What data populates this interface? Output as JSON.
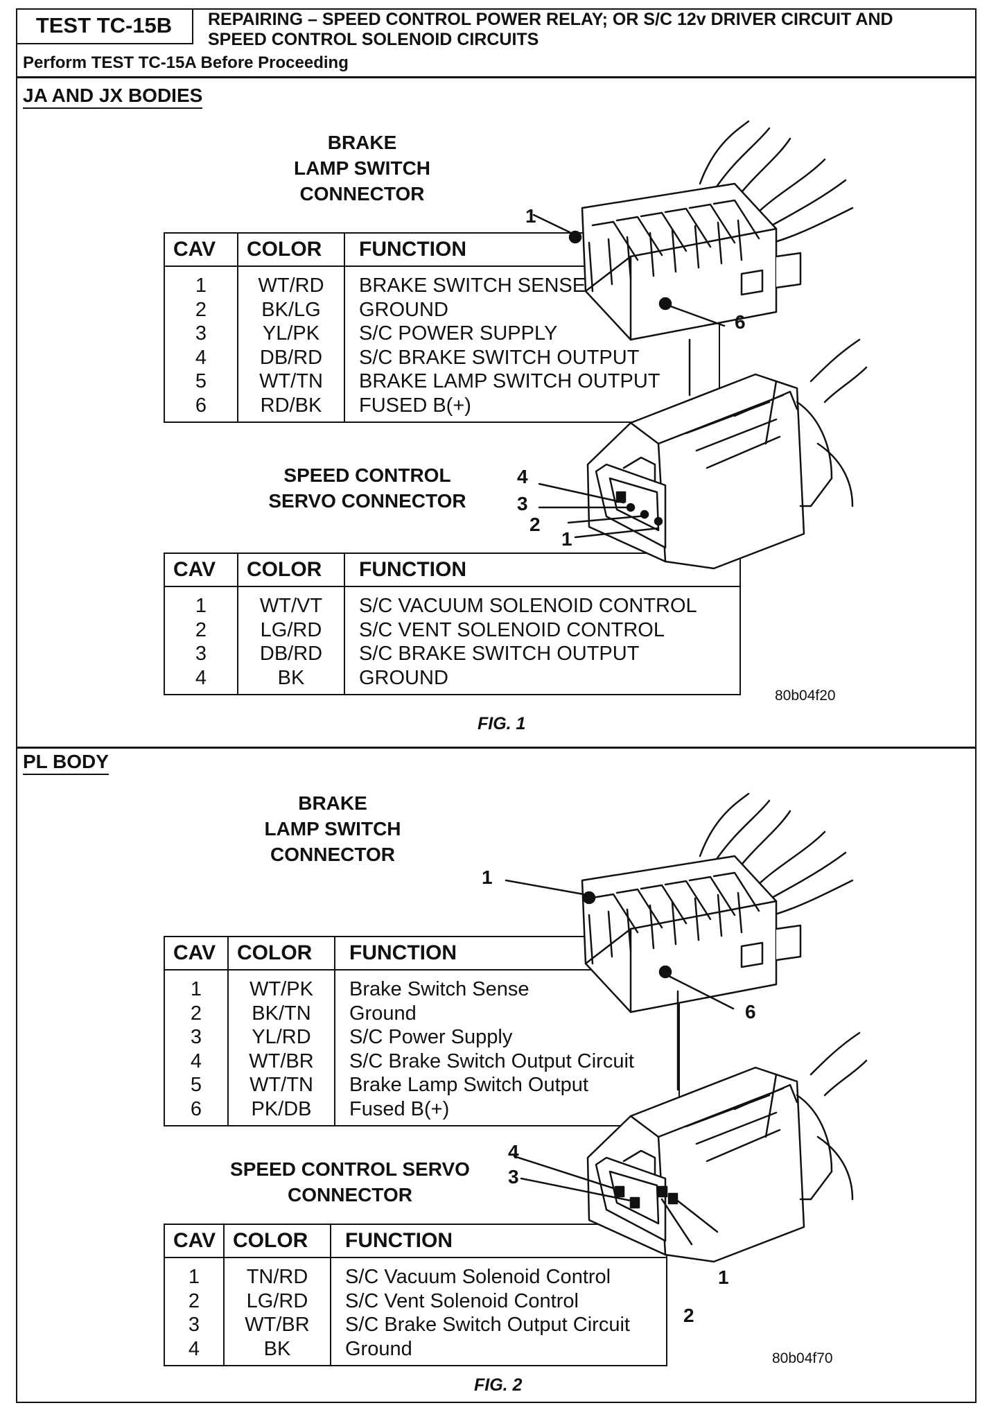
{
  "header": {
    "test_id": "TEST TC-15B",
    "title_line1": "REPAIRING – SPEED CONTROL POWER RELAY; OR S/C 12v DRIVER CIRCUIT AND",
    "title_line2": "SPEED CONTROL SOLENOID CIRCUITS",
    "subtitle": "Perform TEST TC-15A Before Proceeding"
  },
  "section1": {
    "title": "JA AND JX BODIES",
    "brake_label": [
      "BRAKE",
      "LAMP SWITCH",
      "CONNECTOR"
    ],
    "brake_table": {
      "headers": [
        "CAV",
        "COLOR",
        "FUNCTION"
      ],
      "rows": [
        [
          "1",
          "WT/RD",
          "BRAKE SWITCH SENSE"
        ],
        [
          "2",
          "BK/LG",
          "GROUND"
        ],
        [
          "3",
          "YL/PK",
          "S/C POWER SUPPLY"
        ],
        [
          "4",
          "DB/RD",
          "S/C BRAKE SWITCH OUTPUT"
        ],
        [
          "5",
          "WT/TN",
          "BRAKE LAMP SWITCH OUTPUT"
        ],
        [
          "6",
          "RD/BK",
          "FUSED B(+)"
        ]
      ]
    },
    "servo_label": [
      "SPEED CONTROL",
      "SERVO CONNECTOR"
    ],
    "servo_table": {
      "headers": [
        "CAV",
        "COLOR",
        "FUNCTION"
      ],
      "rows": [
        [
          "1",
          "WT/VT",
          "S/C VACUUM SOLENOID CONTROL"
        ],
        [
          "2",
          "LG/RD",
          "S/C VENT SOLENOID CONTROL"
        ],
        [
          "3",
          "DB/RD",
          "S/C BRAKE SWITCH OUTPUT"
        ],
        [
          "4",
          "BK",
          "GROUND"
        ]
      ]
    },
    "brake_pin_labels": [
      "1",
      "6"
    ],
    "servo_pin_labels": [
      "4",
      "3",
      "2",
      "1"
    ],
    "code": "80b04f20",
    "caption": "FIG. 1"
  },
  "section2": {
    "title": "PL BODY",
    "brake_label": [
      "BRAKE",
      "LAMP SWITCH",
      "CONNECTOR"
    ],
    "brake_table": {
      "headers": [
        "CAV",
        "COLOR",
        "FUNCTION"
      ],
      "rows": [
        [
          "1",
          "WT/PK",
          "Brake Switch Sense"
        ],
        [
          "2",
          "BK/TN",
          "Ground"
        ],
        [
          "3",
          "YL/RD",
          "S/C Power Supply"
        ],
        [
          "4",
          "WT/BR",
          "S/C Brake Switch Output Circuit"
        ],
        [
          "5",
          "WT/TN",
          "Brake Lamp Switch Output"
        ],
        [
          "6",
          "PK/DB",
          "Fused B(+)"
        ]
      ]
    },
    "servo_label": [
      "SPEED CONTROL SERVO",
      "CONNECTOR"
    ],
    "servo_table": {
      "headers": [
        "CAV",
        "COLOR",
        "FUNCTION"
      ],
      "rows": [
        [
          "1",
          "TN/RD",
          "S/C Vacuum Solenoid Control"
        ],
        [
          "2",
          "LG/RD",
          "S/C Vent Solenoid Control"
        ],
        [
          "3",
          "WT/BR",
          "S/C Brake Switch Output Circuit"
        ],
        [
          "4",
          "BK",
          "Ground"
        ]
      ]
    },
    "brake_pin_labels": [
      "1",
      "6"
    ],
    "servo_pin_labels": [
      "4",
      "3",
      "1",
      "2"
    ],
    "code": "80b04f70",
    "caption": "FIG. 2"
  }
}
